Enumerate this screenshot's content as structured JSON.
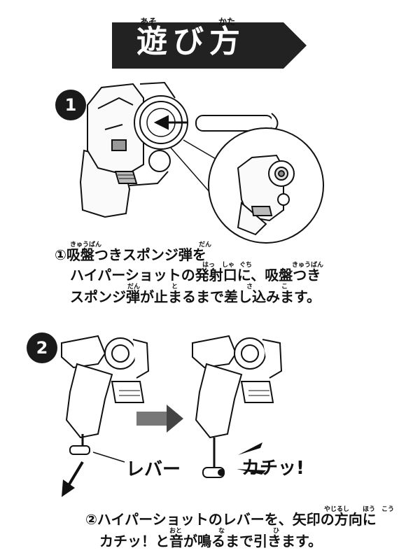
{
  "header": {
    "title": "遊び方",
    "ruby_left": "あそ",
    "ruby_right": "かた"
  },
  "steps": [
    {
      "number": "1",
      "lines": [
        "①吸盤つきスポンジ弾を",
        "ハイパーショットの発射口に、吸盤つき",
        "スポンジ弾が止まるまで差し込みます。"
      ],
      "ruby": [
        "きゅうばん",
        "だん",
        "はっ",
        "しゃ",
        "ぐち",
        "きゅうばん",
        "だん",
        "と",
        "さ",
        "こ"
      ]
    },
    {
      "number": "2",
      "lines": [
        "②ハイパーショットのレバーを、矢印の方向に",
        "カチッ！と音が鳴るまで引きます。"
      ],
      "ruby": [
        "やじるし",
        "ほう",
        "こう",
        "おと",
        "な",
        "ひ"
      ]
    }
  ],
  "labels": {
    "lever": "レバー",
    "click": "カチッ!"
  }
}
